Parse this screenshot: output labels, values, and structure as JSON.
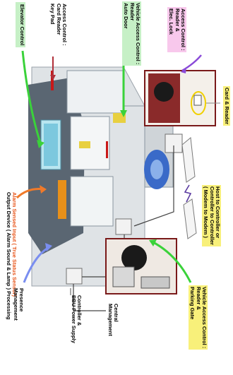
{
  "labels": {
    "elevator_control": [
      "Elevator Control"
    ],
    "access_control_keypad": [
      "Access Control :",
      "Card Reader",
      "Key Pad"
    ],
    "vehicle_access_auto_door": [
      "Vehicle Access Control :",
      "Reader",
      "Auto Door"
    ],
    "access_control_lock": [
      "Access Control :",
      "Reader &",
      "Elec. Lock"
    ],
    "card_reader": [
      "Card  & Reader"
    ],
    "alarm": [
      "Alarm Sensed Input ( True Status Sensor)",
      "Output Device ( Alarm Sound & Lamp ) Processing"
    ],
    "presence_management": [
      "Presence",
      "Management"
    ],
    "controller_bbu": [
      "Controller &",
      "BBU Power Supply"
    ],
    "central_management": [
      "Central",
      "Management"
    ],
    "host_to_controller": [
      "Host to Controller or",
      "Controller to Controller",
      "( Modem to Modem )"
    ],
    "vehicle_access_parking": [
      "Vehicle Access Control :",
      "Reader &",
      "Parking Gate"
    ]
  },
  "colors": {
    "green_arrow": "#3ad23a",
    "orange_arrow": "#f07a2a",
    "blue_arrow": "#7a8ef0",
    "purple_arrow": "#8a4ad8",
    "label_green_bg": "#c6f0c6",
    "label_yellow_bg": "#f8f07a",
    "label_pink_bg": "#f8c8ec",
    "alarm_text": "#e8551a"
  }
}
